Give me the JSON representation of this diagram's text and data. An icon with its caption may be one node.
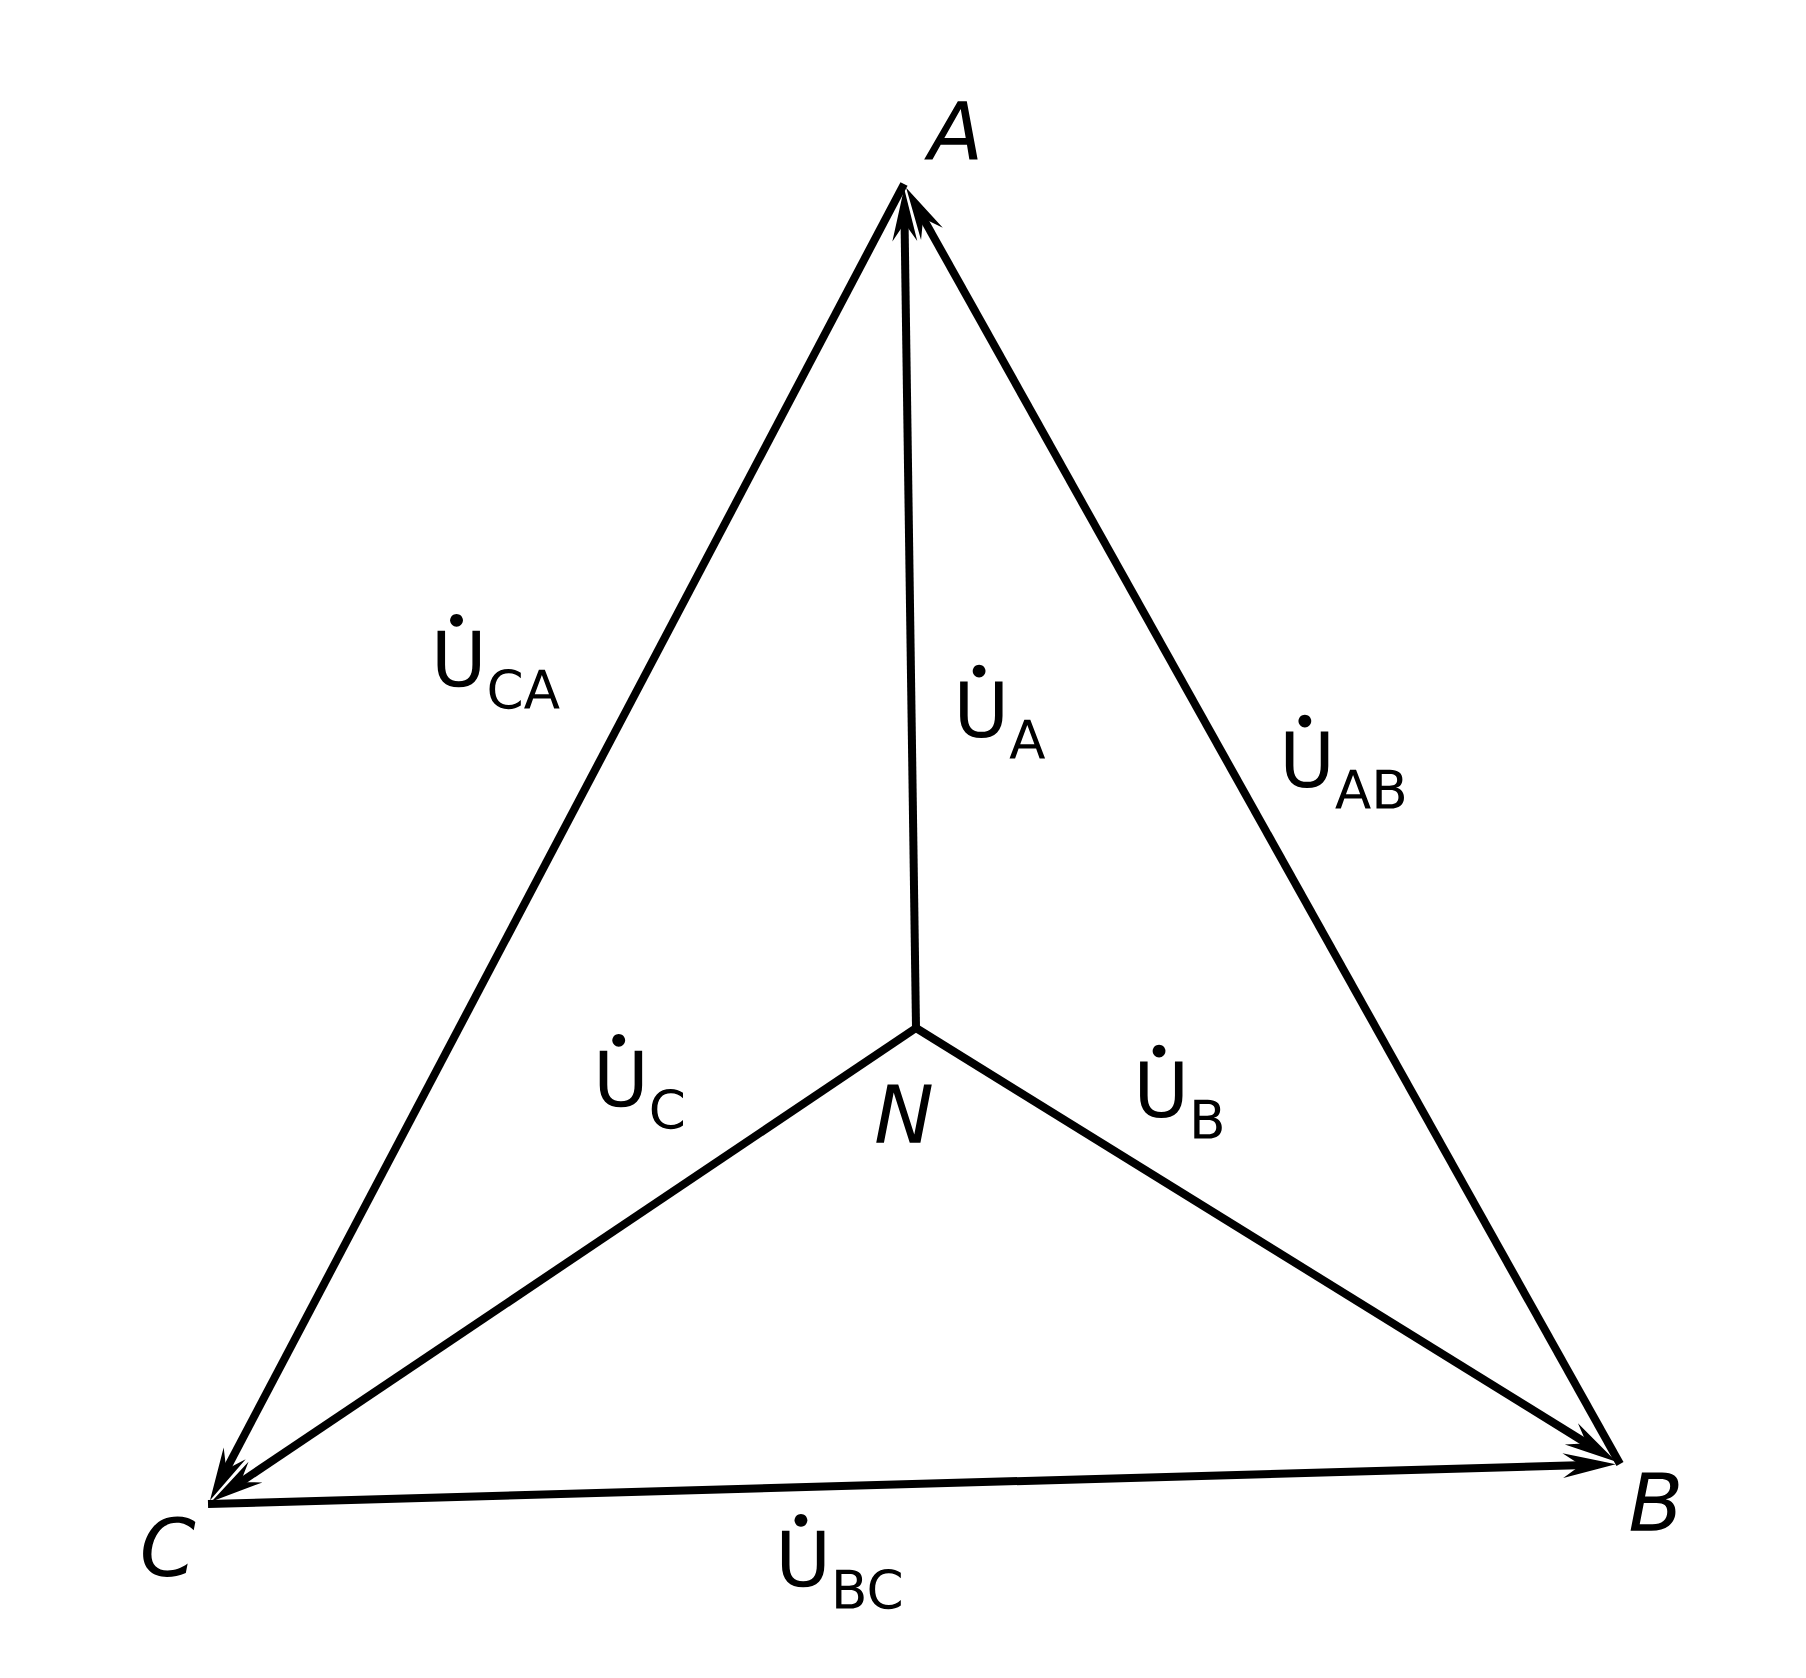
{
  "diagram": {
    "nodes": [
      {
        "text": [
          "A"
        ]
      },
      {
        "text": [
          "B"
        ]
      },
      {
        "text": [
          "C"
        ]
      },
      {
        "text": [
          "N"
        ]
      }
    ],
    "edges": [
      {
        "from": 3,
        "to": 0,
        "arrow": "to",
        "label": "U$_{A}$"
      },
      {
        "from": 3,
        "to": 1,
        "arrow": "to",
        "label": "U$_{B}$"
      },
      {
        "from": 3,
        "to": 2,
        "arrow": "to",
        "label": "U$_{C}$"
      },
      {
        "from": 1,
        "to": 0,
        "arrow": "to",
        "label": "U$_{AB}$"
      },
      {
        "from": 0,
        "to": 2,
        "arrow": "to",
        "label": "U$_{CA}$"
      },
      {
        "from": 2,
        "to": 1,
        "arrow": "to",
        "label": "U$_{BC}$"
      }
    ]
  }
}
